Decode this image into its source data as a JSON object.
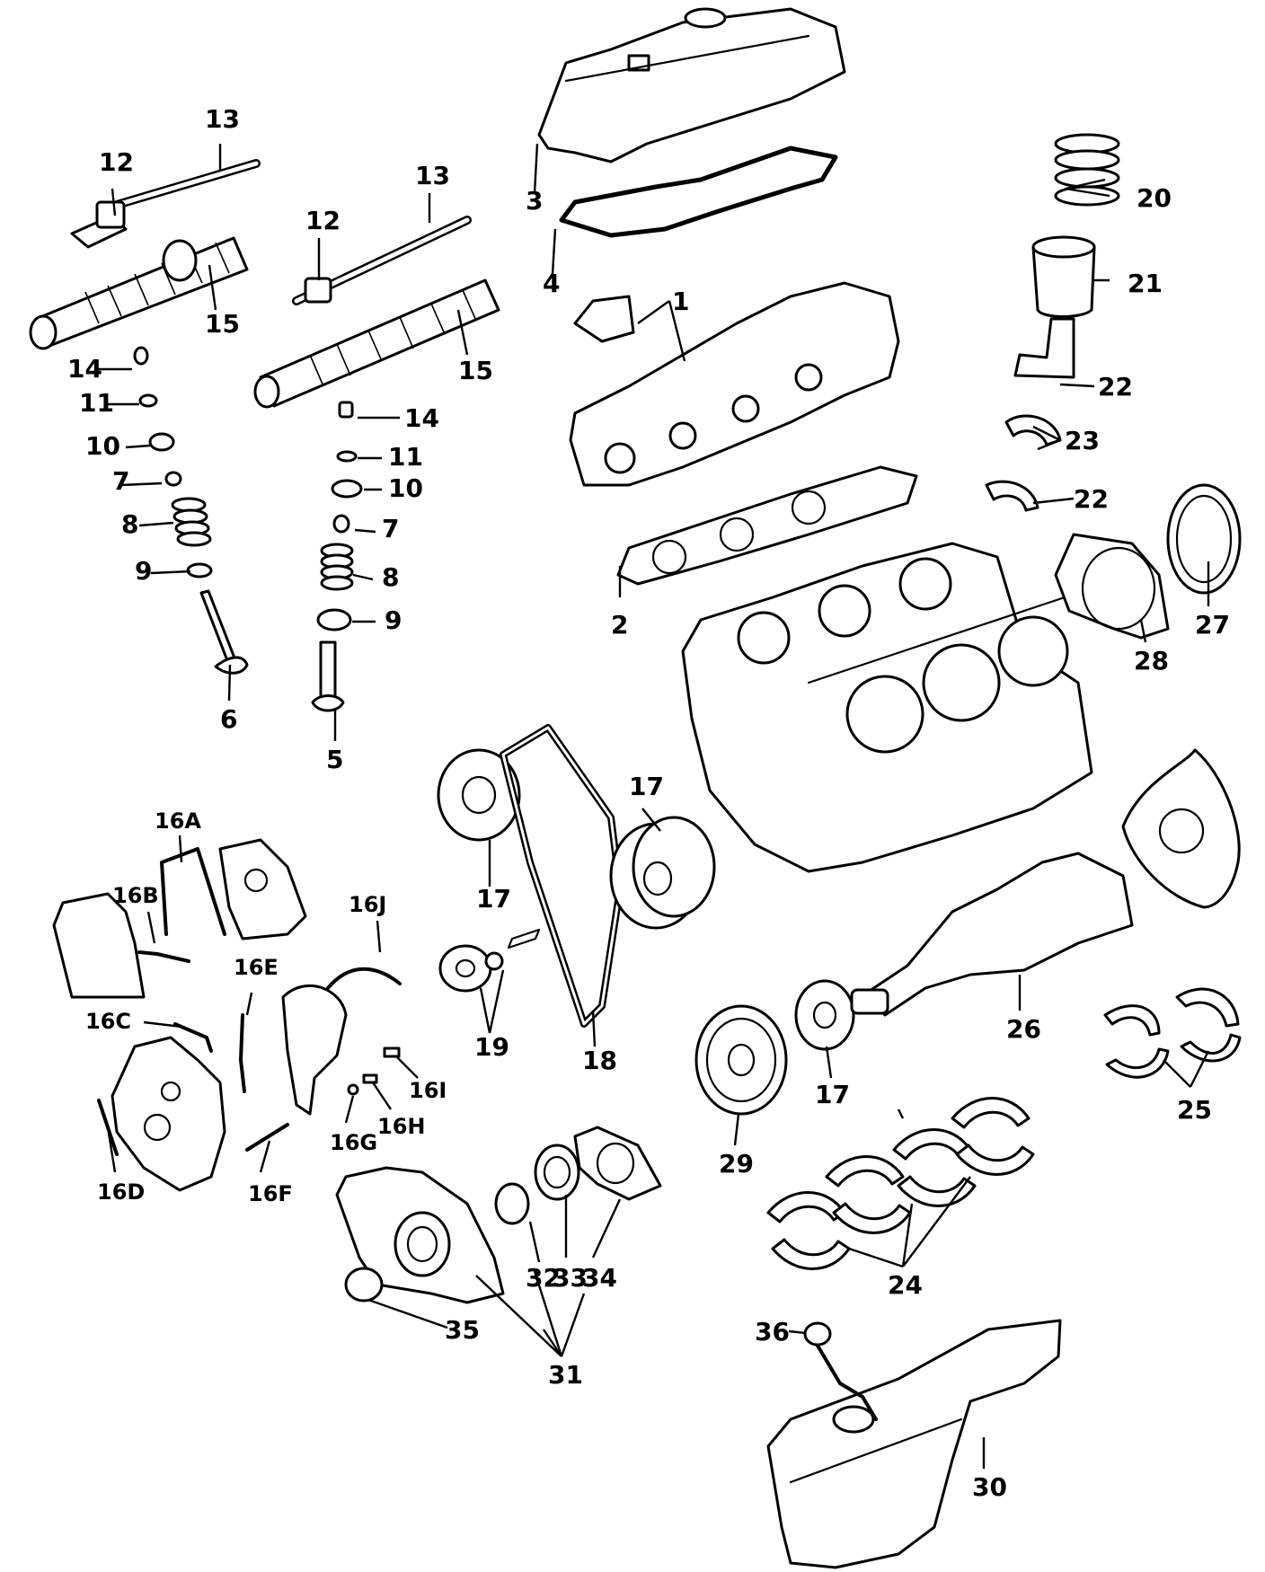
{
  "colors": {
    "ink": "#000000",
    "paper": "#ffffff"
  },
  "callouts": {
    "c1": "1",
    "c2": "2",
    "c3": "3",
    "c4": "4",
    "c5": "5",
    "c6": "6",
    "c7a": "7",
    "c7b": "7",
    "c8a": "8",
    "c8b": "8",
    "c9a": "9",
    "c9b": "9",
    "c10a": "10",
    "c10b": "10",
    "c11a": "11",
    "c11b": "11",
    "c12a": "12",
    "c12b": "12",
    "c13a": "13",
    "c13b": "13",
    "c14a": "14",
    "c14b": "14",
    "c15a": "15",
    "c15b": "15",
    "c16a": "16A",
    "c16b": "16B",
    "c16c": "16C",
    "c16d": "16D",
    "c16e": "16E",
    "c16f": "16F",
    "c16g": "16G",
    "c16h": "16H",
    "c16i": "16I",
    "c16j": "16J",
    "c17a": "17",
    "c17b": "17",
    "c17c": "17",
    "c18": "18",
    "c19": "19",
    "c20": "20",
    "c21": "21",
    "c22a": "22",
    "c22b": "22",
    "c23": "23",
    "c24": "24",
    "c25": "25",
    "c26": "26",
    "c27": "27",
    "c28": "28",
    "c29": "29",
    "c30": "30",
    "c31": "31",
    "c32": "32",
    "c33": "33",
    "c34": "34",
    "c35": "35",
    "c36": "36"
  }
}
